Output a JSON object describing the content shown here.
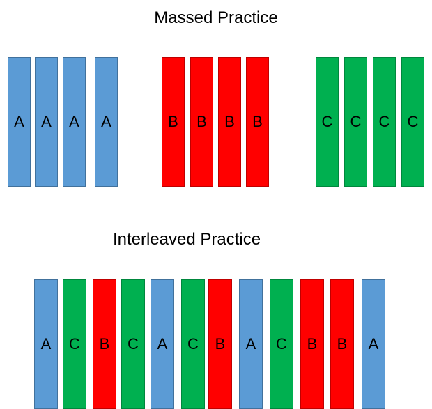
{
  "colors": {
    "A": "#5b9bd5",
    "B": "#ff0000",
    "C": "#00b050"
  },
  "massed": {
    "title": "Massed Practice",
    "blocks": [
      "A",
      "A",
      "A",
      "A",
      "B",
      "B",
      "B",
      "B",
      "C",
      "C",
      "C",
      "C"
    ]
  },
  "interleaved": {
    "title": "Interleaved Practice",
    "blocks": [
      "A",
      "C",
      "B",
      "C",
      "A",
      "C",
      "B",
      "A",
      "C",
      "B",
      "B",
      "A"
    ]
  }
}
